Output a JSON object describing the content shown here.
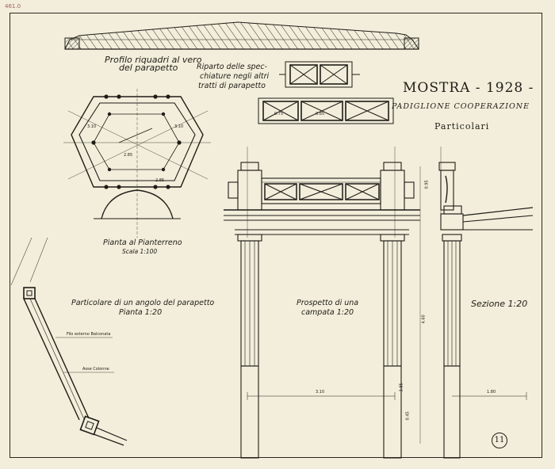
{
  "archive_stamp": "461.0",
  "title": {
    "main": "MOSTRA - 1928 -",
    "pavilion": "PADIGLIONE COOPERAZIONE",
    "section": "Particolari"
  },
  "labels": {
    "profilo": [
      "Profilo riquadri al vero",
      "del parapetto"
    ],
    "riparto": [
      "Riparto delle spec-",
      "chiature negli altri",
      "tratti di parapetto"
    ],
    "pianta": "Pianta al Pianterreno",
    "pianta_scale": "Scala 1:100",
    "particolare": [
      "Particolare di un angolo del parapetto",
      "Pianta 1:20"
    ],
    "prospetto": [
      "Prospetto di una",
      "campata 1:20"
    ],
    "sezione": "Sezione 1:20",
    "filo_esterno": "Filo esterno Balconata",
    "asse_colonne": "Asse Colonne"
  },
  "dimensions": {
    "span": "3.10",
    "section_width": "1.80",
    "height_total": "4.60",
    "column_height": "3.85",
    "base": "0.45",
    "top_sections": "0.95",
    "plan_side": "3.10",
    "plan_diag": "2.85",
    "plan_side2": "3.10",
    "plan_diag2": "2.85",
    "panel_long": "0.75",
    "panel_mid": "0.85"
  },
  "sheet_number": "11",
  "colors": {
    "paper": "#f2eedb",
    "ink": "#1f1c17"
  }
}
